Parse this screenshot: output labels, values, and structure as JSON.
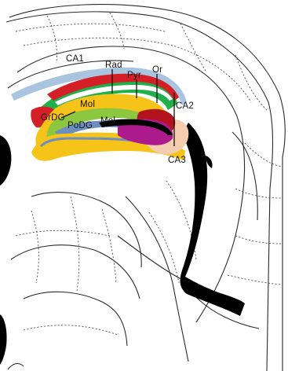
{
  "labels": {
    "ca1": "CA1",
    "rad": "Rad",
    "pyr": "Pyr",
    "or": "Or",
    "ca2": "CA2",
    "ca3": "CA3",
    "mol_top": "Mol",
    "mol_lower": "Mol",
    "grdg": "GrDG",
    "podg": "PoDG"
  },
  "colors": {
    "or_green": "#1fb04a",
    "rad_red": "#d41f26",
    "pyr_white": "#ffffff",
    "mol_yellow": "#f6c318",
    "mol_lightgreen": "#8dc63f",
    "podg_blue": "#6d8fbf",
    "ca3_magenta": "#ad1a8c",
    "ca3_darkred": "#b3121f",
    "ca3_peach": "#f4cdb0",
    "band_lightblue": "#a9c4de",
    "ventricle_black": "#000000"
  }
}
